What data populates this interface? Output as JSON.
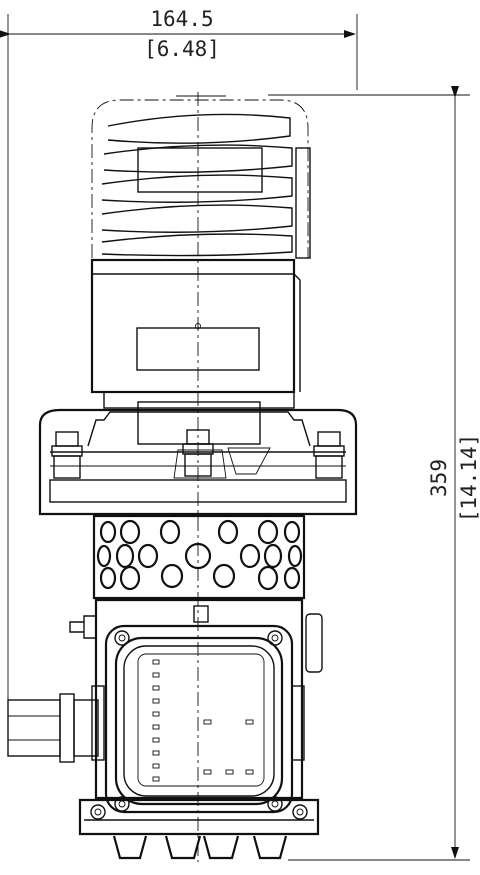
{
  "dimensions": {
    "width": {
      "mm": "164.5",
      "inch": "[6.48]"
    },
    "height": {
      "mm": "359",
      "inch": "[14.14]"
    }
  }
}
